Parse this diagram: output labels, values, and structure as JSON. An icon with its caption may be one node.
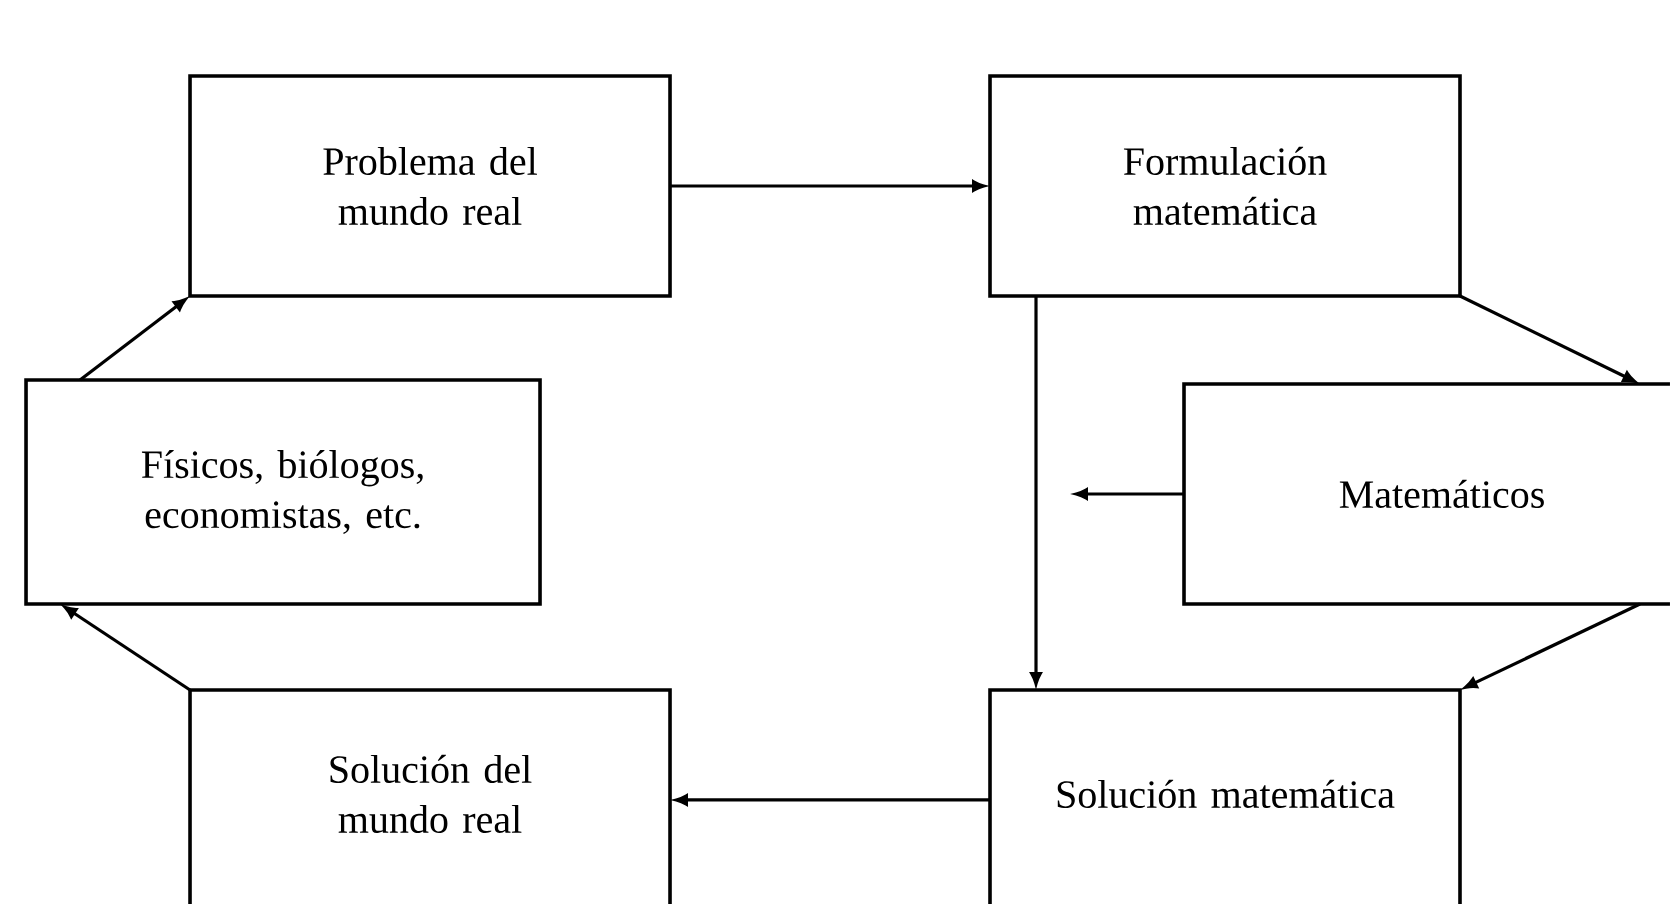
{
  "diagram": {
    "nodes": [
      {
        "text": [
          "Problema del mundo real"
        ]
      },
      {
        "text": [
          "Formulación matemática"
        ]
      },
      {
        "text": [
          "Físicos, biólogos, economistas, etc."
        ]
      },
      {
        "text": [
          "Matemáticos"
        ]
      },
      {
        "text": [
          "Solución del mundo real"
        ]
      },
      {
        "text": [
          "Solución matemática"
        ]
      }
    ],
    "edges": [
      {
        "from": 0,
        "to": 1,
        "arrow": "to"
      },
      {
        "from": 1,
        "to": 3,
        "arrow": "to"
      },
      {
        "from": 1,
        "to": 5,
        "arrow": "to"
      },
      {
        "from": 3,
        "to": null,
        "arrow": "to"
      },
      {
        "from": 3,
        "to": 5,
        "arrow": "to"
      },
      {
        "from": 5,
        "to": 4,
        "arrow": "to"
      },
      {
        "from": 4,
        "to": 2,
        "arrow": "to"
      },
      {
        "from": 2,
        "to": 0,
        "arrow": "to"
      }
    ]
  }
}
